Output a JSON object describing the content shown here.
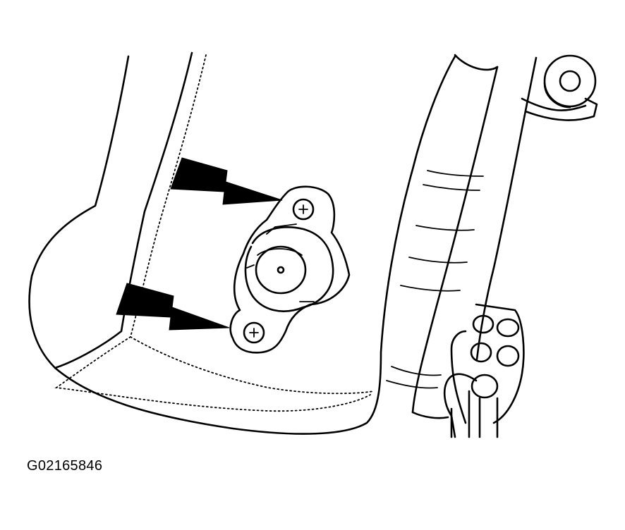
{
  "figure": {
    "code": "G02165846",
    "line_color": "#000000",
    "background": "#ffffff",
    "callouts": [
      "arrow-upper-bolt",
      "arrow-lower-bolt"
    ]
  }
}
